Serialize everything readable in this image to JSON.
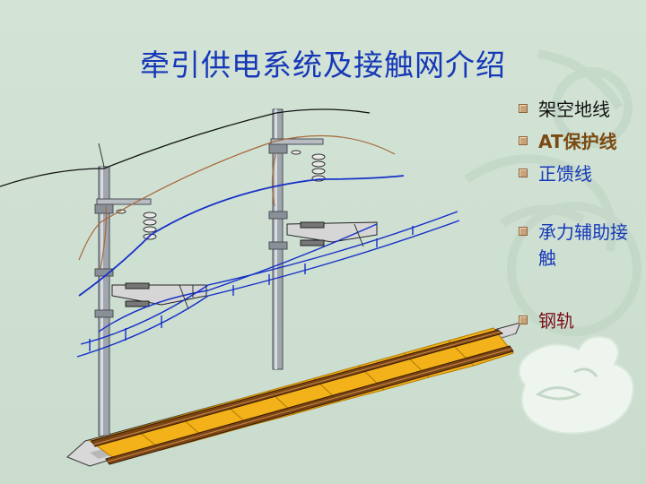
{
  "slide": {
    "title": "牵引供电系统及接触网介绍",
    "header_note": "............................................................"
  },
  "bullets": [
    {
      "text": "架空地线",
      "color": "#111111"
    },
    {
      "text": "AT保护线",
      "color": "#7b4a12"
    },
    {
      "text": "正馈线",
      "color": "#1638b8"
    },
    {
      "text": "承力辅助接触",
      "color": "#1638b8"
    },
    {
      "text": "钢轨",
      "color": "#7a1016"
    }
  ],
  "colors": {
    "background": "#cfe0d2",
    "title": "#1638b8",
    "wire_blue": "#1530c8",
    "wire_brown": "#a8693a",
    "ground_wire": "#111111",
    "pole": "#9aa0a8",
    "sleeper": "#f3b21a",
    "rail": "#6a3a10"
  }
}
